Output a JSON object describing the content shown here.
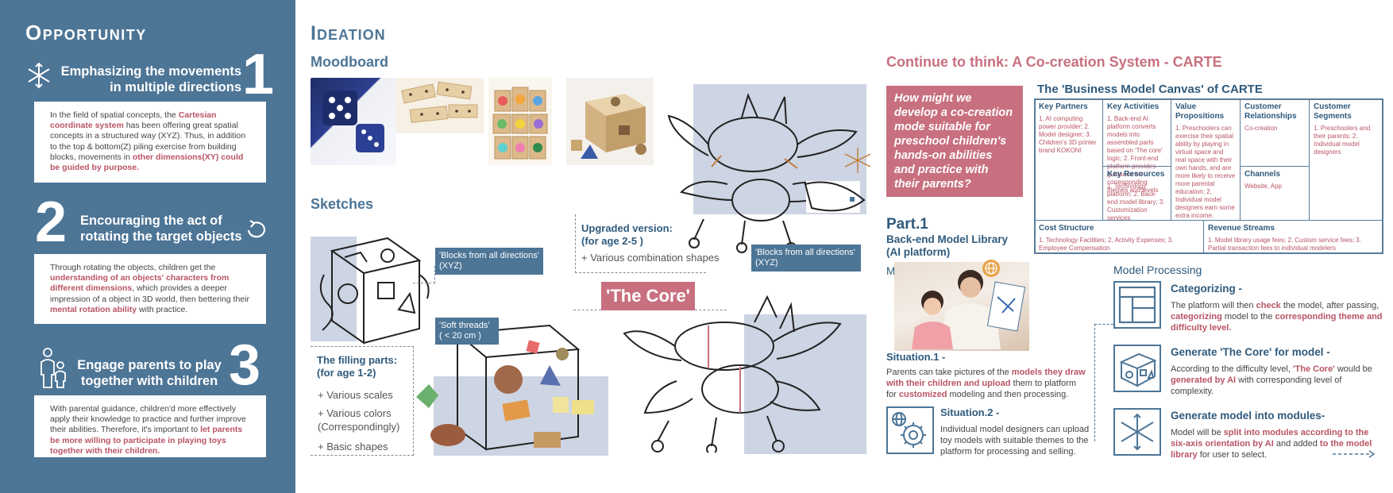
{
  "opportunity": {
    "title": "Opportunity",
    "items": [
      {
        "number": "1",
        "heading_line1": "Emphasizing the movements",
        "heading_line2": "in multiple directions",
        "text_a": "In the field of spatial concepts, the ",
        "hl_a": "Cartesian coordinate system",
        "text_b": " has been offering great spatial concepts in a structured way (XYZ). Thus, in addition to the top & bottom(Z) piling exercise from building blocks, movements in ",
        "hl_b": "other dimensions(XY) could be guided by purpose."
      },
      {
        "number": "2",
        "heading_line1": "Encouraging the act of",
        "heading_line2": "rotating the target objects",
        "text_a": "Through rotating the objects, children get the ",
        "hl_a": "understanding of an objects' characters from different dimensions",
        "text_b": ", which provides a deeper impression of a object in 3D world, then bettering their ",
        "hl_b": "mental rotation ability",
        "text_c": " with practice."
      },
      {
        "number": "3",
        "heading_line1": "Engage parents to play",
        "heading_line2": "together with children",
        "text_a": "With parental guidance, children'd more effectively apply their knowledge to practice and further improve their abilities. Therefore, it's important to ",
        "hl_a": "let parents be more willing to participate in playing toys together with their children."
      }
    ]
  },
  "ideation": {
    "title": "Ideation",
    "moodboard": "Moodboard",
    "sketches": "Sketches",
    "tag_blocks": "'Blocks from all directions' (XYZ)",
    "tag_blocks2": "'Blocks from all directions' (XYZ)",
    "tag_soft": "'Soft threads' ( < 20 cm )",
    "upgraded_title": "Upgraded version:",
    "upgraded_age": "(for age 2-5 )",
    "upgraded_item": "+ Various combination shapes",
    "core_label": "'The Core'",
    "filling_title": "The filling parts:",
    "filling_age": "(for age 1-2)",
    "filling_items": [
      "+ Various scales",
      "+ Various colors (Correspondingly)",
      "+ Basic shapes"
    ]
  },
  "continue": {
    "title": "Continue to think: A Co-creation System - CARTE",
    "question": "How might we develop a co-creation mode suitable for preschool children's hands-on abilities and practice with their parents?",
    "bmc_title": "The 'Business Model Canvas' of CARTE",
    "bmc": {
      "key_partners": {
        "t": "Key Partners",
        "c": "1. AI computing power provider; 2. Model designer; 3. Children's 3D printer brand KOKONI"
      },
      "key_activities": {
        "t": "Key Activities",
        "c": "1. Back-end AI platform converts models into assembled parts based on 'The core' logic; 2. Front-end platform provides guidance on corresponding themes and levels"
      },
      "value_props": {
        "t": "Value Propositions",
        "c": "1. Preschoolers can exercise their spatial ability by playing in virtual space and real space with their own hands, and are more likely to receive more parental education; 2. Individual model designers earn some extra income."
      },
      "customer_rel": {
        "t": "Customer Relationships",
        "c": "Co-creation"
      },
      "customer_seg": {
        "t": "Customer Segments",
        "c": "1. Preschoolers and their parents; 2. Individual model designers"
      },
      "key_resources": {
        "t": "Key Resources",
        "c": "1. Technology platform; 2. Back-end model library; 3. Customization services"
      },
      "channels": {
        "t": "Channels",
        "c": "Website, App"
      },
      "cost": {
        "t": "Cost Structure",
        "c": "1. Technology Facilities; 2. Activity Expenses; 3. Employee Compensation"
      },
      "revenue": {
        "t": "Revenue Streams",
        "c": "1. Model library usage fees; 2. Custom service fees; 3. Partial transaction fees to individual modelers"
      }
    },
    "part_title": "Part.1",
    "part_sub1": "Back-end Model Library",
    "part_sub2": "(AI platform)",
    "modeling": "Modeling",
    "situation1_title": "Situation.1 -",
    "s1_a": "Parents can take pictures of the ",
    "s1_hl1": "models they draw with their children and upload",
    "s1_b": " them to platform for ",
    "s1_hl2": "customized",
    "s1_c": " modeling and then processing.",
    "situation2_title": "Situation.2 -",
    "s2_text": "Individual model designers can upload toy models with suitable themes to the platform for processing and selling.",
    "processing_title": "Model Processing",
    "steps": [
      {
        "h": "Categorizing -",
        "a": "The platform will then ",
        "hl1": "check",
        "b": " the model, after passing, ",
        "hl2": "categorizing",
        "c": " model to the ",
        "hl3": "corresponding theme and difficulty level."
      },
      {
        "h": "Generate 'The Core' for model -",
        "a": "According to the difficulty level, ",
        "hl1": "'The Core'",
        "b": " would be ",
        "hl2": "generated by AI",
        "c": " with corresponding level of complexity."
      },
      {
        "h": "Generate model into modules-",
        "a": "Model will be ",
        "hl1": "split into modules according to the six-axis orientation by AI",
        "b": " and added ",
        "hl2": "to the model library",
        "c": " for user to select."
      }
    ]
  }
}
